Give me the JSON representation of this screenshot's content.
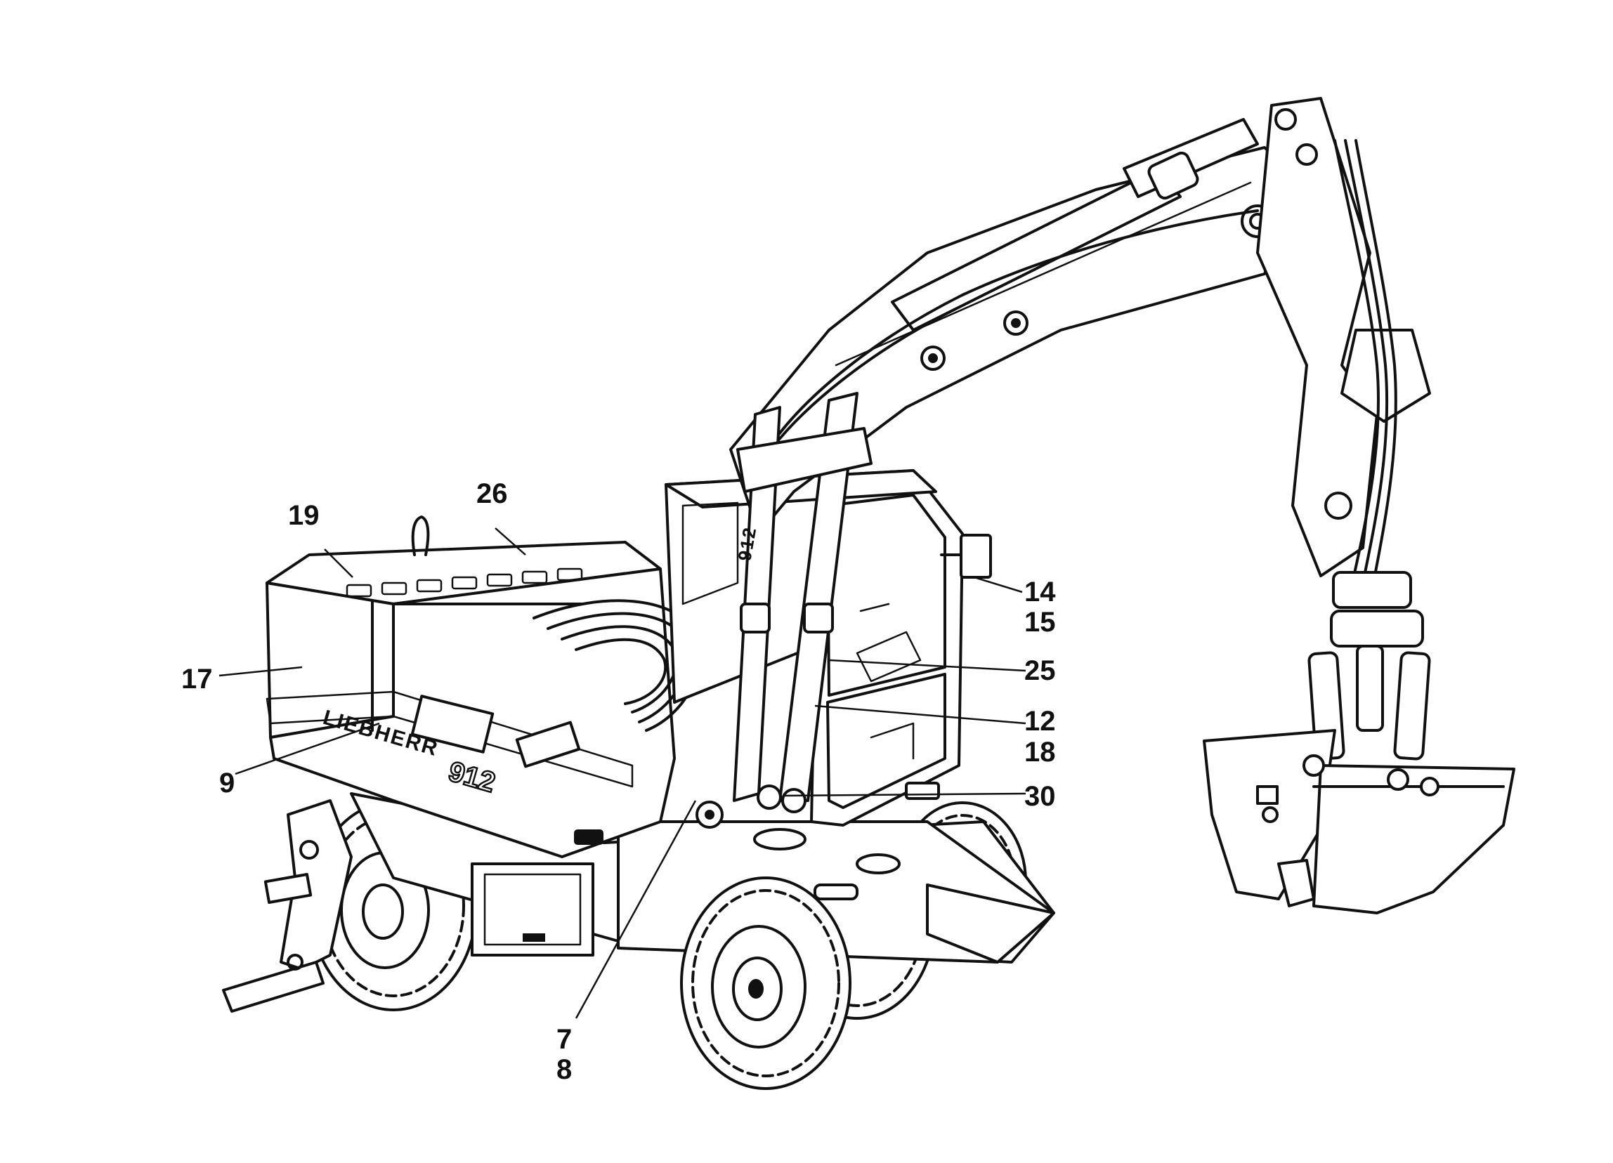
{
  "machine": {
    "brand_text": "LIEBHERR",
    "model_text": "912"
  },
  "callouts": [
    {
      "id": "c19",
      "text": "19"
    },
    {
      "id": "c26",
      "text": "26"
    },
    {
      "id": "c17",
      "text": "17"
    },
    {
      "id": "c9",
      "text": "9"
    },
    {
      "id": "c14",
      "text": "14"
    },
    {
      "id": "c15",
      "text": "15"
    },
    {
      "id": "c25",
      "text": "25"
    },
    {
      "id": "c12",
      "text": "12"
    },
    {
      "id": "c18",
      "text": "18"
    },
    {
      "id": "c30",
      "text": "30"
    },
    {
      "id": "c7",
      "text": "7"
    },
    {
      "id": "c8",
      "text": "8"
    }
  ]
}
